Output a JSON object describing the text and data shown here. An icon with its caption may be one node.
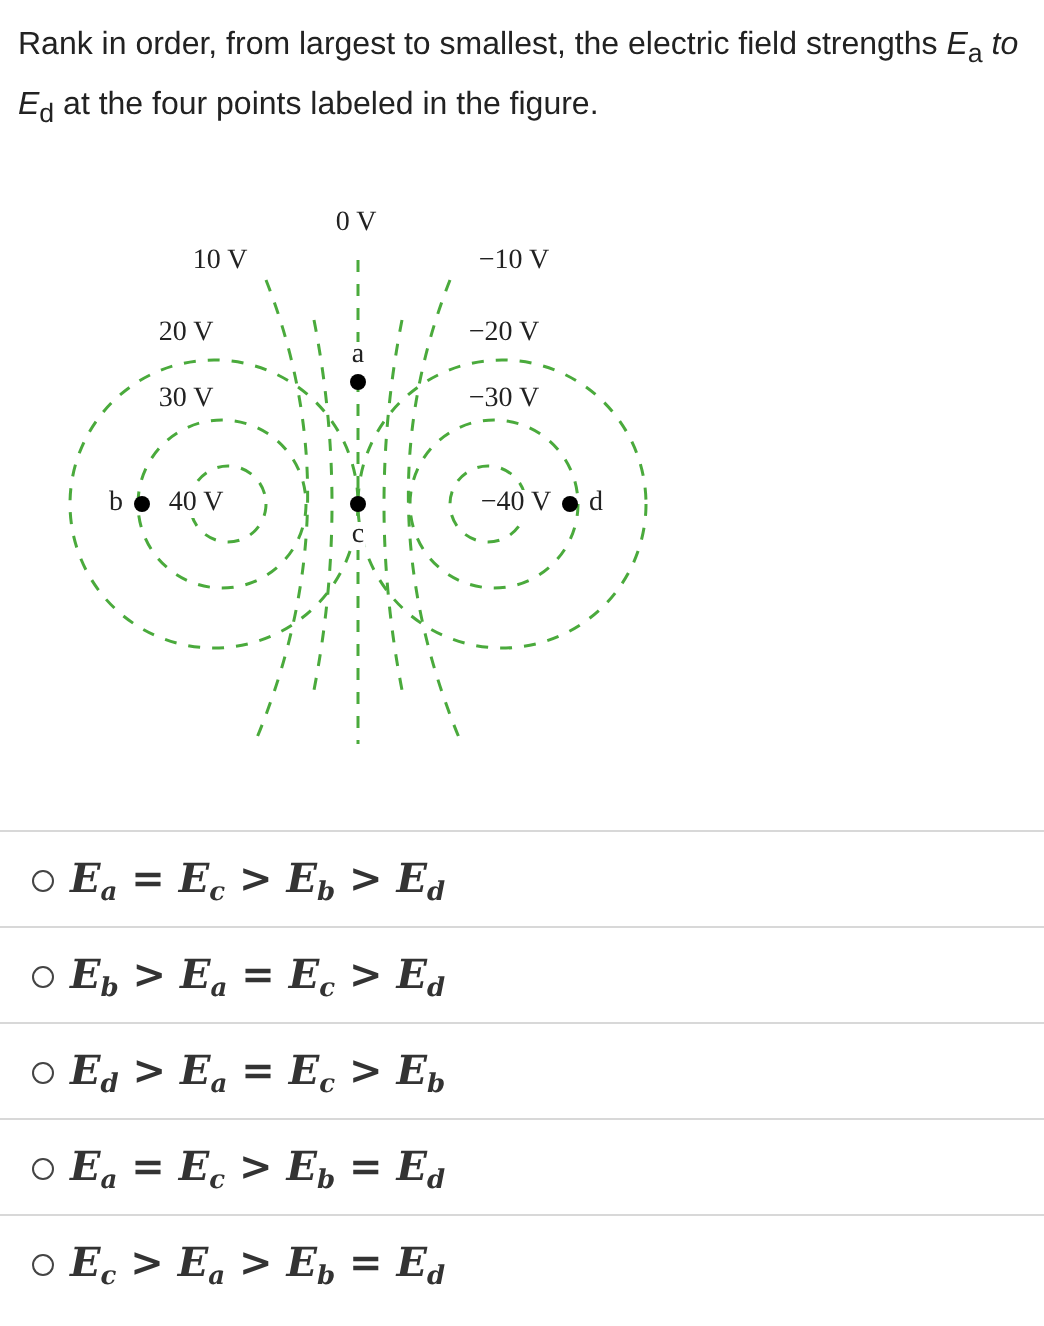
{
  "diagram": {
    "title": "Rank in order, from largest to smallest, the electric field strengths *E*$_{a}$ *to E*$_{d}$ at the four points labeled in the figure.",
    "labels": [
      "0 V",
      "10 V",
      "−10 V",
      "20 V",
      "a",
      "−20 V",
      "30 V",
      "−30 V",
      "b",
      "40 V",
      "−40 V",
      "d",
      "c",
      "*E*$_{a}$ = *E*$_{c}$ > *E*$_{b}$ > *E*$_{d}$",
      "*E*$_{b}$ > *E*$_{a}$ = *E*$_{c}$ > *E*$_{d}$",
      "*E*$_{d}$ > *E*$_{a}$ = *E*$_{c}$ > *E*$_{b}$",
      "*E*$_{a}$ = *E*$_{c}$ > *E*$_{b}$ = *E*$_{d}$",
      "*E*$_{c}$ > *E*$_{a}$ > *E*$_{b}$ = *E*$_{d}$"
    ]
  }
}
